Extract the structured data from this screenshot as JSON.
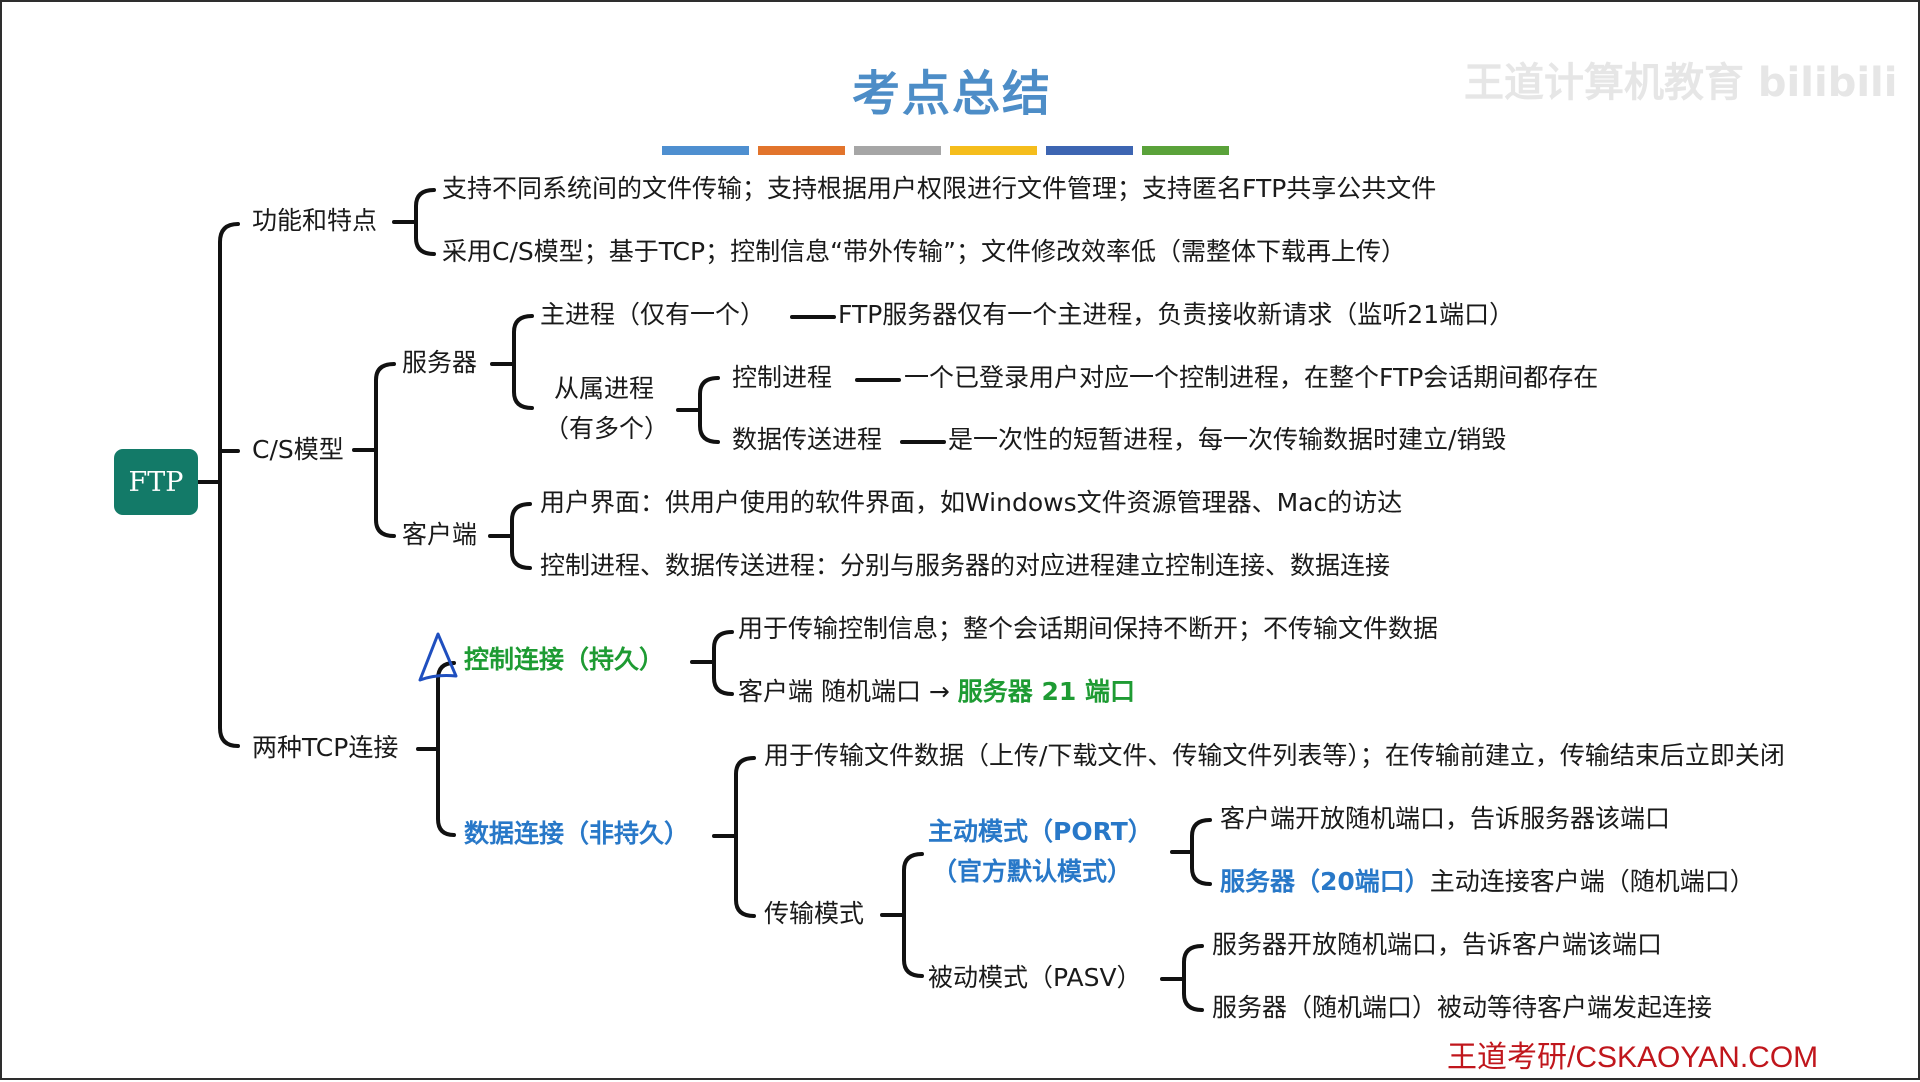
{
  "title": "考点总结",
  "watermark": "王道计算机教育 bilibili",
  "website": "王道考研/CSKAOYAN.COM",
  "colors": {
    "title": "#4d8dc7",
    "root_node": "#137a68",
    "green_text": "#1e9b33",
    "blue_text": "#2878c8",
    "website": "#c0161c",
    "color_bar": [
      "#4e8fd0",
      "#e2742c",
      "#a6a6a6",
      "#f5bd1c",
      "#3d65b2",
      "#5aa23a"
    ]
  },
  "root": "FTP",
  "features": {
    "label": "功能和特点",
    "items": [
      "支持不同系统间的文件传输；支持根据用户权限进行文件管理；支持匿名FTP共享公共文件",
      "采用C/S模型；基于TCP；控制信息“带外传输”；文件修改效率低（需整体下载再上传）"
    ]
  },
  "cs_model": {
    "label": "C/S模型",
    "server": {
      "label": "服务器",
      "main_process": "主进程（仅有一个）",
      "main_process_desc": "FTP服务器仅有一个主进程，负责接收新请求（监听21端口）",
      "sub_process_line1": "从属进程",
      "sub_process_line2": "（有多个）",
      "control_process": "控制进程",
      "control_process_desc": "一个已登录用户对应一个控制进程，在整个FTP会话期间都存在",
      "data_process": "数据传送进程",
      "data_process_desc": "是一次性的短暂进程，每一次传输数据时建立/销毁"
    },
    "client": {
      "label": "客户端",
      "items": [
        "用户界面：供用户使用的软件界面，如Windows文件资源管理器、Mac的访达",
        "控制进程、数据传送进程：分别与服务器的对应进程建立控制连接、数据连接"
      ]
    }
  },
  "tcp": {
    "label": "两种TCP连接",
    "control": {
      "label": "控制连接（持久）",
      "desc1": "用于传输控制信息；整个会话期间保持不断开；不传输文件数据",
      "desc2_prefix": "客户端 随机端口 →",
      "desc2_highlight": "服务器 21 端口"
    },
    "data": {
      "label": "数据连接（非持久）",
      "desc1": "用于传输文件数据（上传/下载文件、传输文件列表等）；在传输前建立，传输结束后立即关闭",
      "transfer_mode": "传输模式",
      "active": {
        "label1": "主动模式（PORT）",
        "label2": "（官方默认模式）",
        "desc1": "客户端开放随机端口，告诉服务器该端口",
        "desc2_highlight": "服务器（20端口）",
        "desc2_rest": "主动连接客户端（随机端口）"
      },
      "passive": {
        "label": "被动模式（PASV）",
        "desc1": "服务器开放随机端口，告诉客户端该端口",
        "desc2": "服务器（随机端口）被动等待客户端发起连接"
      }
    }
  }
}
